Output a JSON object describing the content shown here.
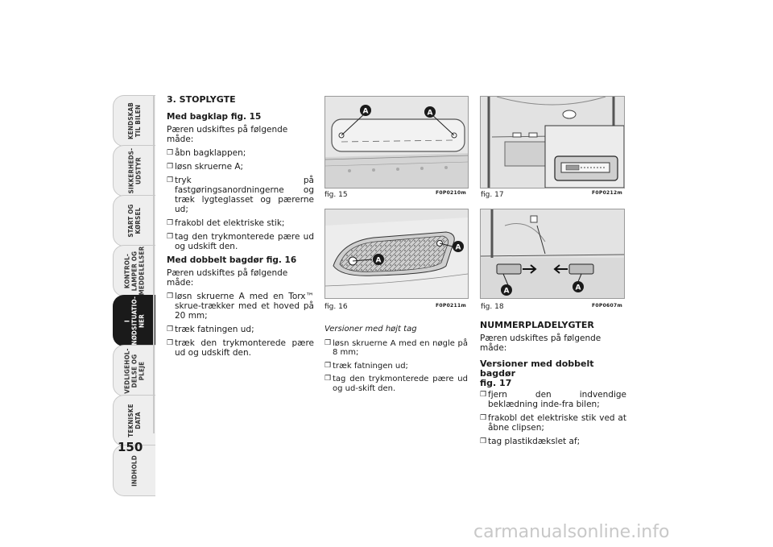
{
  "tabs": [
    {
      "label": "KENDSKAB\nTIL BILEN"
    },
    {
      "label": "SIKKERHEDS-\nUDSTYR"
    },
    {
      "label": "START OG\nKØRSEL"
    },
    {
      "label": "KONTROL-\nLAMPER OG\nMEDDELELSER"
    },
    {
      "label": "I\nNØDSITUATIO-\nNER",
      "active": true
    },
    {
      "label": "VEDLIGEHOL-\nDELSE OG PLEJE"
    },
    {
      "label": "TEKNISKE\nDATA"
    },
    {
      "label": "INDHOLD"
    }
  ],
  "page_number": "150",
  "col1": {
    "heading": "3. STOPLYGTE",
    "sub1": "Med bagklap fig. 15",
    "intro1": "Pæren udskiftes på følgende måde:",
    "bullets1": [
      "åbn bagklappen;",
      "løsn skruerne A;",
      "tryk på fastgøringsanordningerne og træk lygteglasset og pærerne ud;",
      "frakobl det elektriske stik;",
      "tag den trykmonterede pære ud og udskift den."
    ],
    "sub2": "Med dobbelt bagdør fig. 16",
    "intro2": "Pæren udskiftes på følgende måde:",
    "bullets2": [
      "løsn skruerne A med en Torx™ skrue-trækker med et hoved på 20 mm;",
      "træk fatningen ud;",
      "træk den trykmonterede pære ud og udskift den."
    ]
  },
  "figures": {
    "fig15": {
      "caption": "fig. 15",
      "code": "F0P0210m",
      "label_a": "A"
    },
    "fig16": {
      "caption": "fig. 16",
      "code": "F0P0211m",
      "label_a": "A"
    },
    "fig17": {
      "caption": "fig. 17",
      "code": "F0P0212m"
    },
    "fig18": {
      "caption": "fig. 18",
      "code": "F0P0607m",
      "label_a": "A"
    }
  },
  "col2": {
    "italic_heading": "Versioner med højt tag",
    "bullets": [
      "løsn skruerne A med en nøgle på 8 mm;",
      "træk fatningen ud;",
      "tag den trykmonterede pære ud og ud-skift den."
    ]
  },
  "col3": {
    "heading": "NUMMERPLADELYGTER",
    "intro": "Pæren udskiftes på følgende måde:",
    "sub": "Versioner med dobbelt bagdør\nfig. 17",
    "bullets": [
      "fjern den indvendige beklædning inde-fra bilen;",
      "frakobl det elektriske stik ved at åbne clipsen;",
      "tag plastikdækslet af;"
    ]
  },
  "bullet_glyph": "❒",
  "watermark": "carmanualsonline.info",
  "colors": {
    "accent_tab": "#1a1a1a",
    "callout": "#1a1a1a"
  }
}
